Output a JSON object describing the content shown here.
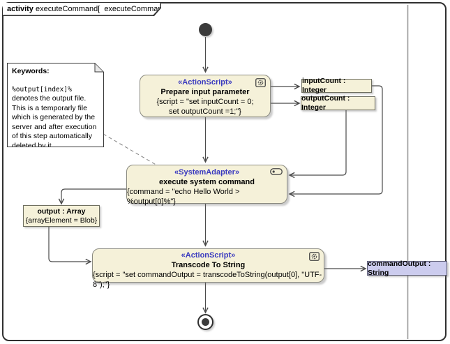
{
  "frame_tab": {
    "keyword": "activity",
    "context": "executeCommand[",
    "diagram_name": "executeCommand",
    "close_bracket": "]"
  },
  "note": {
    "heading": "Keywords:",
    "code": "%output[index]%",
    "after_code": " denotes the output file.",
    "body": "This is a temporarly file which is generated by the server and after execution of this step automatically deleted by it."
  },
  "nodes": {
    "prepare": {
      "stereotype": "«ActionScript»",
      "name": "Prepare input parameter",
      "body1": "{script = \"set inputCount = 0;",
      "body2": "set outputCount =1;\"}"
    },
    "execute": {
      "stereotype": "«SystemAdapter»",
      "name": "execute system command",
      "body": "{command = \"echo Hello World > %output[0]%\"}"
    },
    "transcode": {
      "stereotype": "«ActionScript»",
      "name": "Transcode To String",
      "body": "{script = \"set commandOutput = transcodeToString(output[0], \"UTF-8\");\"}"
    }
  },
  "objects": {
    "input_count": "inputCount : Integer",
    "output_count": "outputCount : Integer",
    "output_array_name": "output : Array",
    "output_array_detail": "{arrayElement = Blob}",
    "command_output": "commandOutput : String"
  },
  "icons": {
    "action_script": "gear-icon",
    "system_adapter": "connector-pill-icon",
    "diagram": "activity-diagram-icon"
  },
  "colors": {
    "node_fill": "#f5f1d9",
    "node_border": "#8a8a80",
    "stereotype_text": "#3939bf",
    "command_output_fill": "#ccccee",
    "frame_border": "#2f2f2f",
    "edge": "#4a4a4a",
    "partition_line": "#9a9a9a"
  }
}
